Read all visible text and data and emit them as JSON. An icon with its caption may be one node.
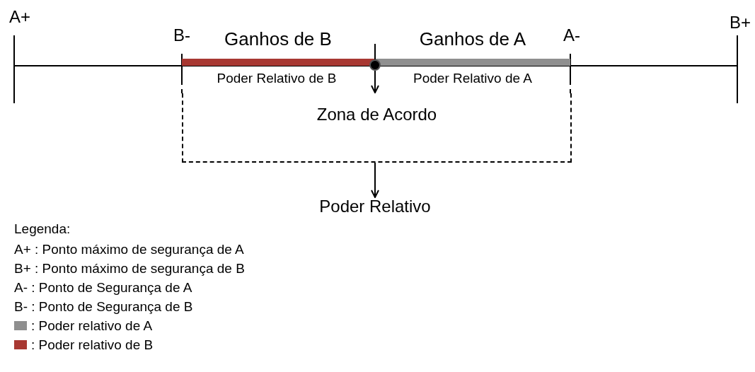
{
  "diagram": {
    "nodes": [
      {
        "text": [
          "Zona de Acordo"
        ]
      },
      {
        "text": [],
        "shape": "circle"
      },
      {
        "text": [
          "Poder Relativo"
        ]
      }
    ],
    "edges": [
      {
        "from": 1,
        "to": 0,
        "arrow": "to"
      },
      {
        "from": 0,
        "to": 2,
        "arrow": "to"
      }
    ],
    "labels": [
      "A+",
      "B-",
      "Ganhos de B",
      "Ganhos de A",
      "A-",
      "B+",
      "Poder Relativo de B",
      "Poder Relativo de A",
      "Legenda:",
      "A+ : Ponto máximo de segurança de A",
      "B+ : Ponto máximo de segurança de B",
      "A- : Ponto de Segurança de A",
      "B- : Ponto de Segurança de B"
    ],
    "legend": [
      {
        "text": ": Poder relativo de A",
        "color": "#8f8f8f"
      },
      {
        "text": ": Poder relativo de B",
        "color": "#a83832"
      }
    ]
  }
}
